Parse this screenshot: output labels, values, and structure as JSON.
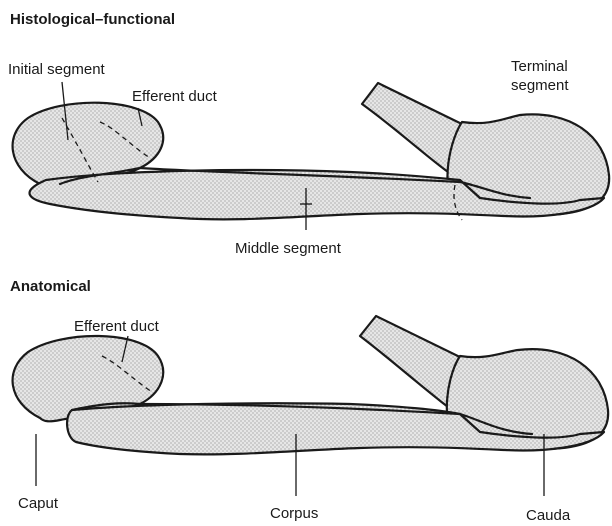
{
  "colors": {
    "ink": "#1a1a1a",
    "stipple": "#d9d9d9",
    "background": "#ffffff"
  },
  "panels": [
    {
      "title": "Histological–functional",
      "labels": {
        "initial_segment": "Initial segment",
        "efferent_duct": "Efferent duct",
        "terminal_segment_line1": "Terminal",
        "terminal_segment_line2": "segment",
        "middle_segment": "Middle segment"
      }
    },
    {
      "title": "Anatomical",
      "labels": {
        "efferent_duct": "Efferent duct",
        "caput": "Caput",
        "corpus": "Corpus",
        "cauda": "Cauda"
      }
    }
  ]
}
